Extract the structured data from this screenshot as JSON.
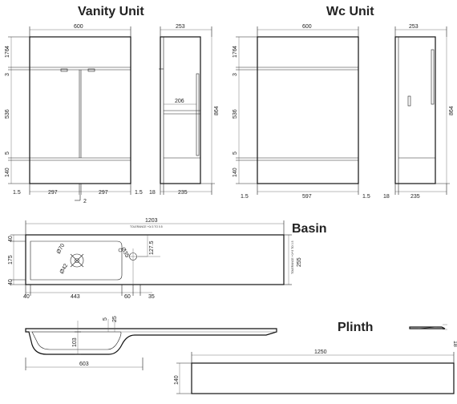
{
  "titles": {
    "vanity": "Vanity Unit",
    "wc": "Wc Unit",
    "basin": "Basin",
    "plinth": "Plinth"
  },
  "vanity": {
    "width": "600",
    "depth": "253",
    "top_gap": "4",
    "drawer": "176",
    "mid_gap": "3",
    "doors": "536",
    "low_gap": "5",
    "plinth": "140",
    "height": "864",
    "side_gap_left": "1.5",
    "door_left": "297",
    "door_right": "297",
    "side_gap_right": "1.5",
    "centre_gap": "2",
    "base_thk": "18",
    "side_depth": "235",
    "shelf": "206"
  },
  "wc": {
    "width": "600",
    "depth": "253",
    "top_gap": "4",
    "panel": "176",
    "mid_gap": "3",
    "door": "536",
    "low_gap": "5",
    "plinth": "140",
    "height": "864",
    "side_gap_left": "1.5",
    "door_width": "597",
    "side_gap_right": "1.5",
    "base_thk": "18",
    "side_depth": "235"
  },
  "basin": {
    "length": "1203",
    "tolerance": "TOLERANCE +0/-3 TO 0.5",
    "tolerance_v": "TOLERANCE +0/+3 TO 0.5",
    "depth": "255",
    "edge_top": "40",
    "bowl": "175",
    "edge_bottom": "40",
    "waste_dia": "Ø70",
    "overflow_dia": "Ø42",
    "tap_dia": "Ø35",
    "tap_offset": "127.5",
    "left_margin": "40",
    "bowl_length": "443",
    "tap_to_bowl": "60",
    "tap_to_edge": "35"
  },
  "basin_section": {
    "rim": "5",
    "lip": "25",
    "bowl_depth": "103",
    "bowl_length": "603"
  },
  "plinth": {
    "length": "1250",
    "height": "140",
    "thickness": "18"
  }
}
